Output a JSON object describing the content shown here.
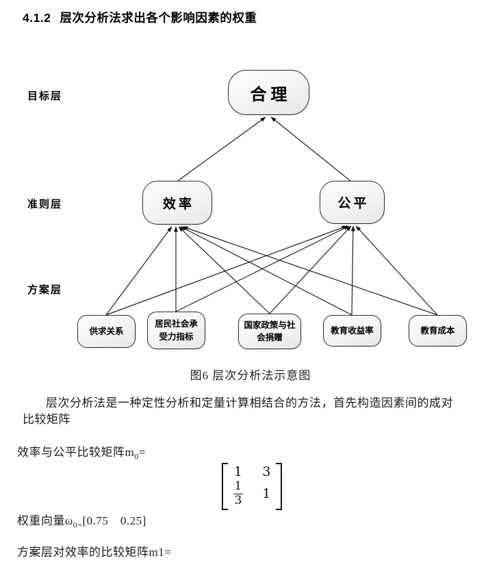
{
  "heading": {
    "number": "4.1.2",
    "title": "层次分析法求出各个影响因素的权重"
  },
  "diagram": {
    "layer_labels": [
      {
        "label": "目标层"
      },
      {
        "label": "准则层"
      },
      {
        "label": "方案层"
      }
    ],
    "goal": {
      "label": "合理"
    },
    "criteria": [
      {
        "label": "效率"
      },
      {
        "label": "公平"
      }
    ],
    "schemes": [
      {
        "label": "供求关系"
      },
      {
        "label": "居民社会承受力指标"
      },
      {
        "label": "国家政策与社会捐赠"
      },
      {
        "label": "教育收益率"
      },
      {
        "label": "教育成本"
      }
    ],
    "line_color": "#1f1f1f"
  },
  "caption": "图6 层次分析法示意图",
  "paragraph": {
    "line1": "层次分析法是一种定性分析和定量计算相结合的方法，首先构造因素间的成对",
    "line2": "比较矩阵"
  },
  "matrix_m0": {
    "label_prefix": "效率与公平比较矩阵m",
    "label_sub": "0",
    "label_suffix": "=",
    "r1c1": "1",
    "r1c2": "3",
    "r2c1_num": "1",
    "r2c1_den": "3",
    "r2c2": "1"
  },
  "weight_vector": {
    "prefix": "权重向量ω",
    "sub": "0=",
    "suffix": "[0.75　0.25]"
  },
  "m1_label": "方案层对效率的比较矩阵m1="
}
